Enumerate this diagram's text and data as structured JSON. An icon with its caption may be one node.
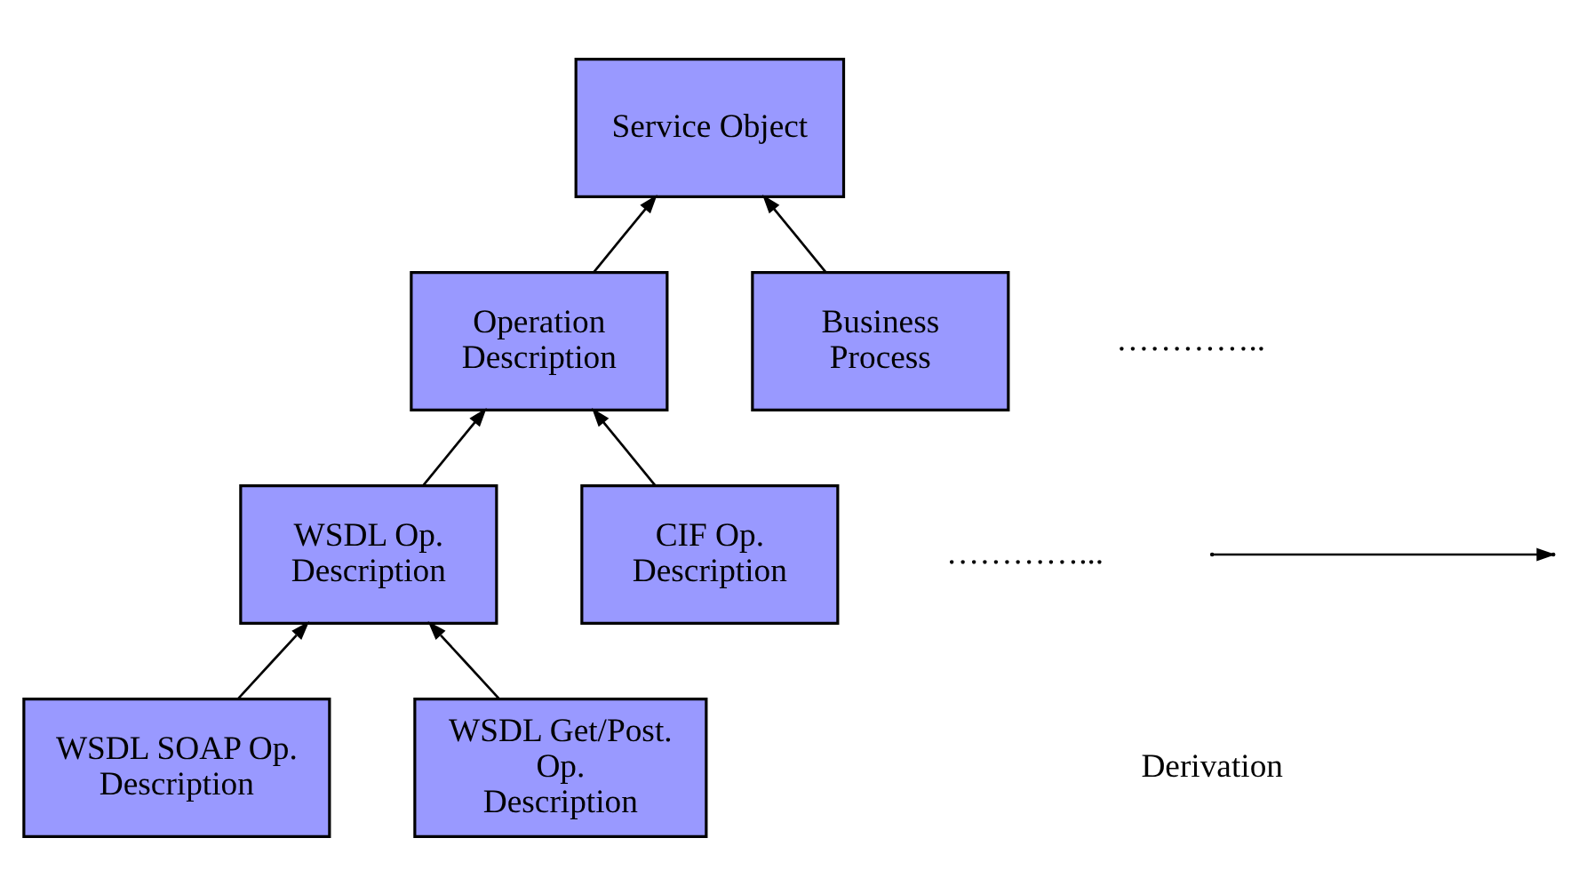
{
  "diagram": {
    "nodes": [
      {
        "text": [
          "Service Object"
        ]
      },
      {
        "text": [
          "Operation Description"
        ]
      },
      {
        "text": [
          "Business Process"
        ]
      },
      {
        "text": [
          "WSDL Op. Description"
        ]
      },
      {
        "text": [
          "CIF Op. Description"
        ]
      },
      {
        "text": [
          "WSDL SOAP Op. Description"
        ]
      },
      {
        "text": [
          "WSDL Get/Post. Op. Description"
        ]
      }
    ],
    "edges": [
      {
        "from": 1,
        "to": 0,
        "arrow": "to"
      },
      {
        "from": 2,
        "to": 0,
        "arrow": "to"
      },
      {
        "from": 3,
        "to": 1,
        "arrow": "to"
      },
      {
        "from": 4,
        "to": 1,
        "arrow": "to"
      },
      {
        "from": 5,
        "to": 3,
        "arrow": "to"
      },
      {
        "from": 6,
        "to": 3,
        "arrow": "to"
      }
    ],
    "labels": [
      "…………..",
      "…………..."
    ],
    "legend": [
      {
        "text": "Derivation"
      }
    ]
  }
}
